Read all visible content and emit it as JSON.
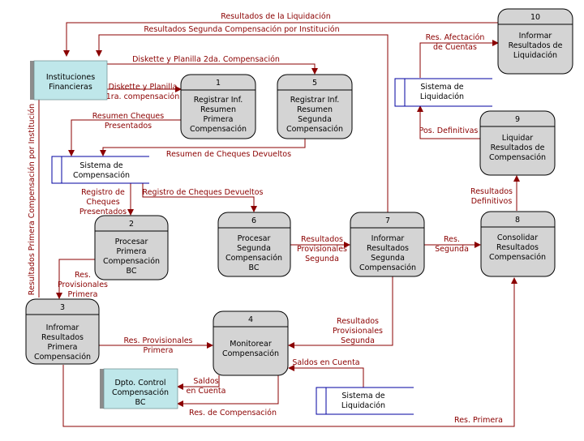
{
  "processes": [
    {
      "id": "p1",
      "number": "1",
      "lines": [
        "Registrar Inf.",
        "Resumen",
        "Primera",
        "Compensación"
      ]
    },
    {
      "id": "p5",
      "number": "5",
      "lines": [
        "Registrar Inf.",
        "Resumen",
        "Segunda",
        "Compensación"
      ]
    },
    {
      "id": "p2",
      "number": "2",
      "lines": [
        "Procesar",
        "Primera",
        "Compensación",
        "BC"
      ]
    },
    {
      "id": "p6",
      "number": "6",
      "lines": [
        "Procesar",
        "Segunda",
        "Compensación",
        "BC"
      ]
    },
    {
      "id": "p7",
      "number": "7",
      "lines": [
        "Informar",
        "Resultados",
        "Segunda",
        "Compensación"
      ]
    },
    {
      "id": "p8",
      "number": "8",
      "lines": [
        "Consolidar",
        "Resultados",
        "Compensación"
      ]
    },
    {
      "id": "p9",
      "number": "9",
      "lines": [
        "Liquidar",
        "Resultados de",
        "Compensación"
      ]
    },
    {
      "id": "p10",
      "number": "10",
      "lines": [
        "Informar",
        "Resultados de",
        "Liquidación"
      ]
    },
    {
      "id": "p3",
      "number": "3",
      "lines": [
        "Infromar",
        "Resultados",
        "Primera",
        "Compensación"
      ]
    },
    {
      "id": "p4",
      "number": "4",
      "lines": [
        "Monitorear",
        "Compensación"
      ]
    }
  ],
  "entities": [
    {
      "id": "e1",
      "lines": [
        "Instituciones",
        "Financieras"
      ]
    },
    {
      "id": "e2",
      "lines": [
        "Dpto. Control",
        "Compensación",
        "BC"
      ]
    }
  ],
  "stores": [
    {
      "id": "s1",
      "lines": [
        "Sistema de",
        "Compensación"
      ]
    },
    {
      "id": "s2",
      "lines": [
        "Sistema de",
        "Liquidación"
      ]
    },
    {
      "id": "s3",
      "lines": [
        "Sistema de",
        "Liquidación"
      ]
    }
  ],
  "flows": [
    {
      "id": "f1",
      "lines": [
        "Resultados de la Liquidación"
      ]
    },
    {
      "id": "f2",
      "lines": [
        "Resultados Segunda Compensación por Institución"
      ]
    },
    {
      "id": "f3",
      "lines": [
        "Diskette y Planilla 2da. Compensación"
      ]
    },
    {
      "id": "f4",
      "lines": [
        "Diskette y Planilla",
        "1ra. compensación"
      ]
    },
    {
      "id": "f5",
      "lines": [
        "Resumen Cheques",
        "Presentados"
      ]
    },
    {
      "id": "f6",
      "lines": [
        "Resumen de Cheques Devueltos"
      ]
    },
    {
      "id": "f7",
      "lines": [
        "Registro de",
        "Cheques",
        "Presentados"
      ]
    },
    {
      "id": "f8",
      "lines": [
        "Registro de Cheques Devueltos"
      ]
    },
    {
      "id": "f9",
      "lines": [
        "Res. Afectación",
        "de Cuentas"
      ]
    },
    {
      "id": "f10",
      "lines": [
        "Pos. Definitivas"
      ]
    },
    {
      "id": "f11",
      "lines": [
        "Resultados",
        "Definitivos"
      ]
    },
    {
      "id": "f12",
      "lines": [
        "Resultados",
        "Provisionales",
        "Segunda"
      ]
    },
    {
      "id": "f13",
      "lines": [
        "Res.",
        "Segunda"
      ]
    },
    {
      "id": "f14",
      "lines": [
        "Res.",
        "Provisionales",
        "Primera"
      ]
    },
    {
      "id": "f15",
      "lines": [
        "Resultados Primera Compensación por Institución"
      ]
    },
    {
      "id": "f16",
      "lines": [
        "Res. Provisionales",
        "Primera"
      ]
    },
    {
      "id": "f17",
      "lines": [
        "Resultados",
        "Provisionales",
        "Segunda"
      ]
    },
    {
      "id": "f18",
      "lines": [
        "Saldos en Cuenta"
      ]
    },
    {
      "id": "f19",
      "lines": [
        "Saldos",
        "en Cuenta"
      ]
    },
    {
      "id": "f20",
      "lines": [
        "Res. de Compensación"
      ]
    },
    {
      "id": "f21",
      "lines": [
        "Res. Primera"
      ]
    }
  ],
  "colors": {
    "arrow": "#8b0000",
    "process_fill": "#d4d4d4",
    "entity_fill": "#bfe7ea",
    "store_edge": "#0000a0"
  }
}
